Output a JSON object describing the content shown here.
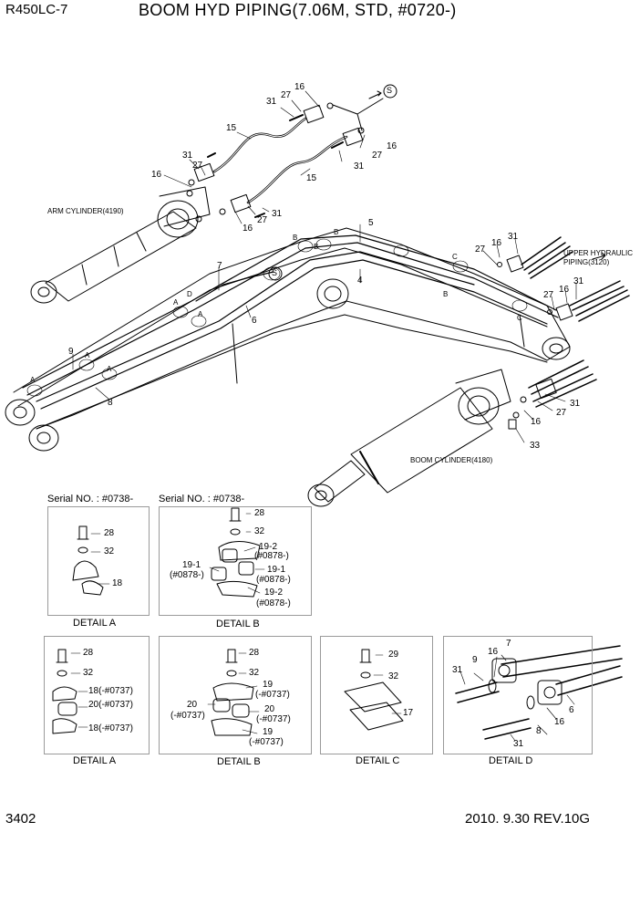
{
  "header": {
    "model": "R450LC-7",
    "title": "BOOM HYD PIPING(7.06M, STD, #0720-)"
  },
  "footer": {
    "page_number": "3402",
    "revision": "2010. 9.30  REV.10G"
  },
  "main_labels": {
    "arm_cylinder": "ARM CYLINDER(4190)",
    "boom_cylinder": "BOOM CYLINDER(4180)",
    "upper_hydraulic_1": "UPPER HYDRAULIC",
    "upper_hydraulic_2": "PIPING(3120)",
    "s_marker": "S",
    "s_marker_2": "S"
  },
  "part_numbers": {
    "p16a": "16",
    "p27a": "27",
    "p31a": "31",
    "p15a": "15",
    "p16b": "16",
    "p27b": "27",
    "p31b": "31",
    "p15b": "15",
    "p31c": "31",
    "p27c": "27",
    "p16c": "16",
    "p31d": "31",
    "p27d": "27",
    "p16d": "16",
    "p5": "5",
    "p4": "4",
    "p7": "7",
    "p6": "6",
    "p9": "9",
    "p8": "8",
    "p27e": "27",
    "p16e": "16",
    "p31e": "31",
    "p27f": "27",
    "p16f": "16",
    "p31f": "31",
    "p31g": "31",
    "p27g": "27",
    "p16g": "16",
    "p33": "33"
  },
  "section_letters": {
    "a1": "A",
    "a2": "A",
    "a3": "A",
    "a4": "A",
    "a5": "A",
    "b1": "B",
    "b2": "B",
    "b3": "B",
    "b4": "B",
    "c1": "C",
    "c2": "C",
    "d1": "D"
  },
  "serials": {
    "s1": "Serial NO. : #0738-",
    "s2": "Serial NO. : #0738-"
  },
  "details": {
    "row1_a": {
      "caption": "DETAIL  A",
      "l28": "28",
      "l32": "32",
      "l18": "18"
    },
    "row1_b": {
      "caption": "DETAIL  B",
      "l28": "28",
      "l32": "32",
      "l19_2": "19-2",
      "l19_2s": "(#0878-)",
      "l19_1": "19-1",
      "l19_1s": "(#0878-)",
      "r19_1": "19-1",
      "r19_1s": "(#0878-)",
      "r19_2": "19-2",
      "r19_2s": "(#0878-)"
    },
    "row2_a": {
      "caption": "DETAIL  A",
      "l28": "28",
      "l32": "32",
      "l18": "18(-#0737)",
      "l20": "20(-#0737)",
      "l18b": "18(-#0737)"
    },
    "row2_b": {
      "caption": "DETAIL  B",
      "l28": "28",
      "l32": "32",
      "l19": "19",
      "l19s": "(-#0737)",
      "l20": "20",
      "l20s": "(-#0737)",
      "r20": "20",
      "r20s": "(-#0737)",
      "l19b": "19",
      "l19bs": "(-#0737)"
    },
    "row2_c": {
      "caption": "DETAIL  C",
      "l29": "29",
      "l32": "32",
      "l17": "17"
    },
    "row2_d": {
      "caption": "DETAIL  D",
      "l7": "7",
      "l9": "9",
      "l16": "16",
      "l31": "31",
      "l6": "6",
      "l16b": "16",
      "l8": "8",
      "l31b": "31"
    }
  }
}
